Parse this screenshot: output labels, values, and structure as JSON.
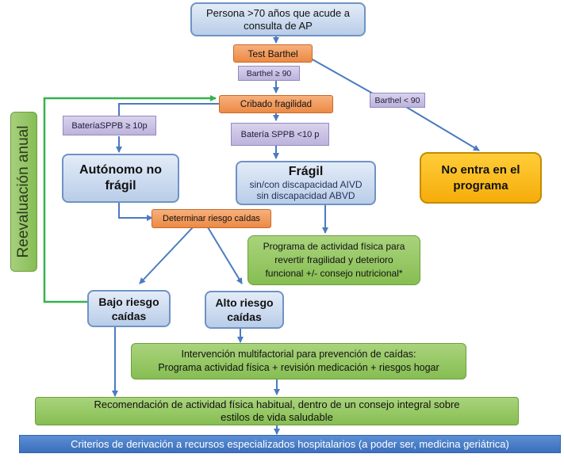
{
  "nodes": {
    "start": [
      "Persona >70 años que acude a",
      "consulta de AP"
    ],
    "test_barthel": "Test Barthel",
    "barthel_ge90": "Barthel ≥ 90",
    "barthel_lt90": "Barthel < 90",
    "cribado": "Cribado fragilidad",
    "sppb_ge10": "BateríaSPPB ≥ 10p",
    "sppb_lt10": "Batería SPPB <10 p",
    "autonomo": [
      "Autónomo no",
      "frágil"
    ],
    "fragil_title": "Frágil",
    "fragil_sub": [
      "sin/con discapacidad AIVD",
      "sin discapacidad ABVD"
    ],
    "no_entra": [
      "No entra en el",
      "programa"
    ],
    "riesgo": "Determinar riesgo caídas",
    "programa_af": [
      "Programa de actividad física para",
      "revertir fragilidad y deterioro",
      "funcional +/- consejo nutricional*"
    ],
    "bajo": [
      "Bajo riesgo",
      "caídas"
    ],
    "alto": [
      "Alto riesgo",
      "caídas"
    ],
    "intervencion": [
      "Intervención multifactorial para prevención de caídas:",
      "Programa actividad física + revisión medicación + riesgos hogar"
    ],
    "recomendacion": [
      "Recomendación de actividad física habitual, dentro de un consejo integral sobre",
      "estilos de vida saludable"
    ],
    "criterios": "Criterios de derivación a recursos especializados hospitalarios (a poder ser, medicina geriátrica)",
    "reevaluacion": "Reevaluación anual"
  }
}
